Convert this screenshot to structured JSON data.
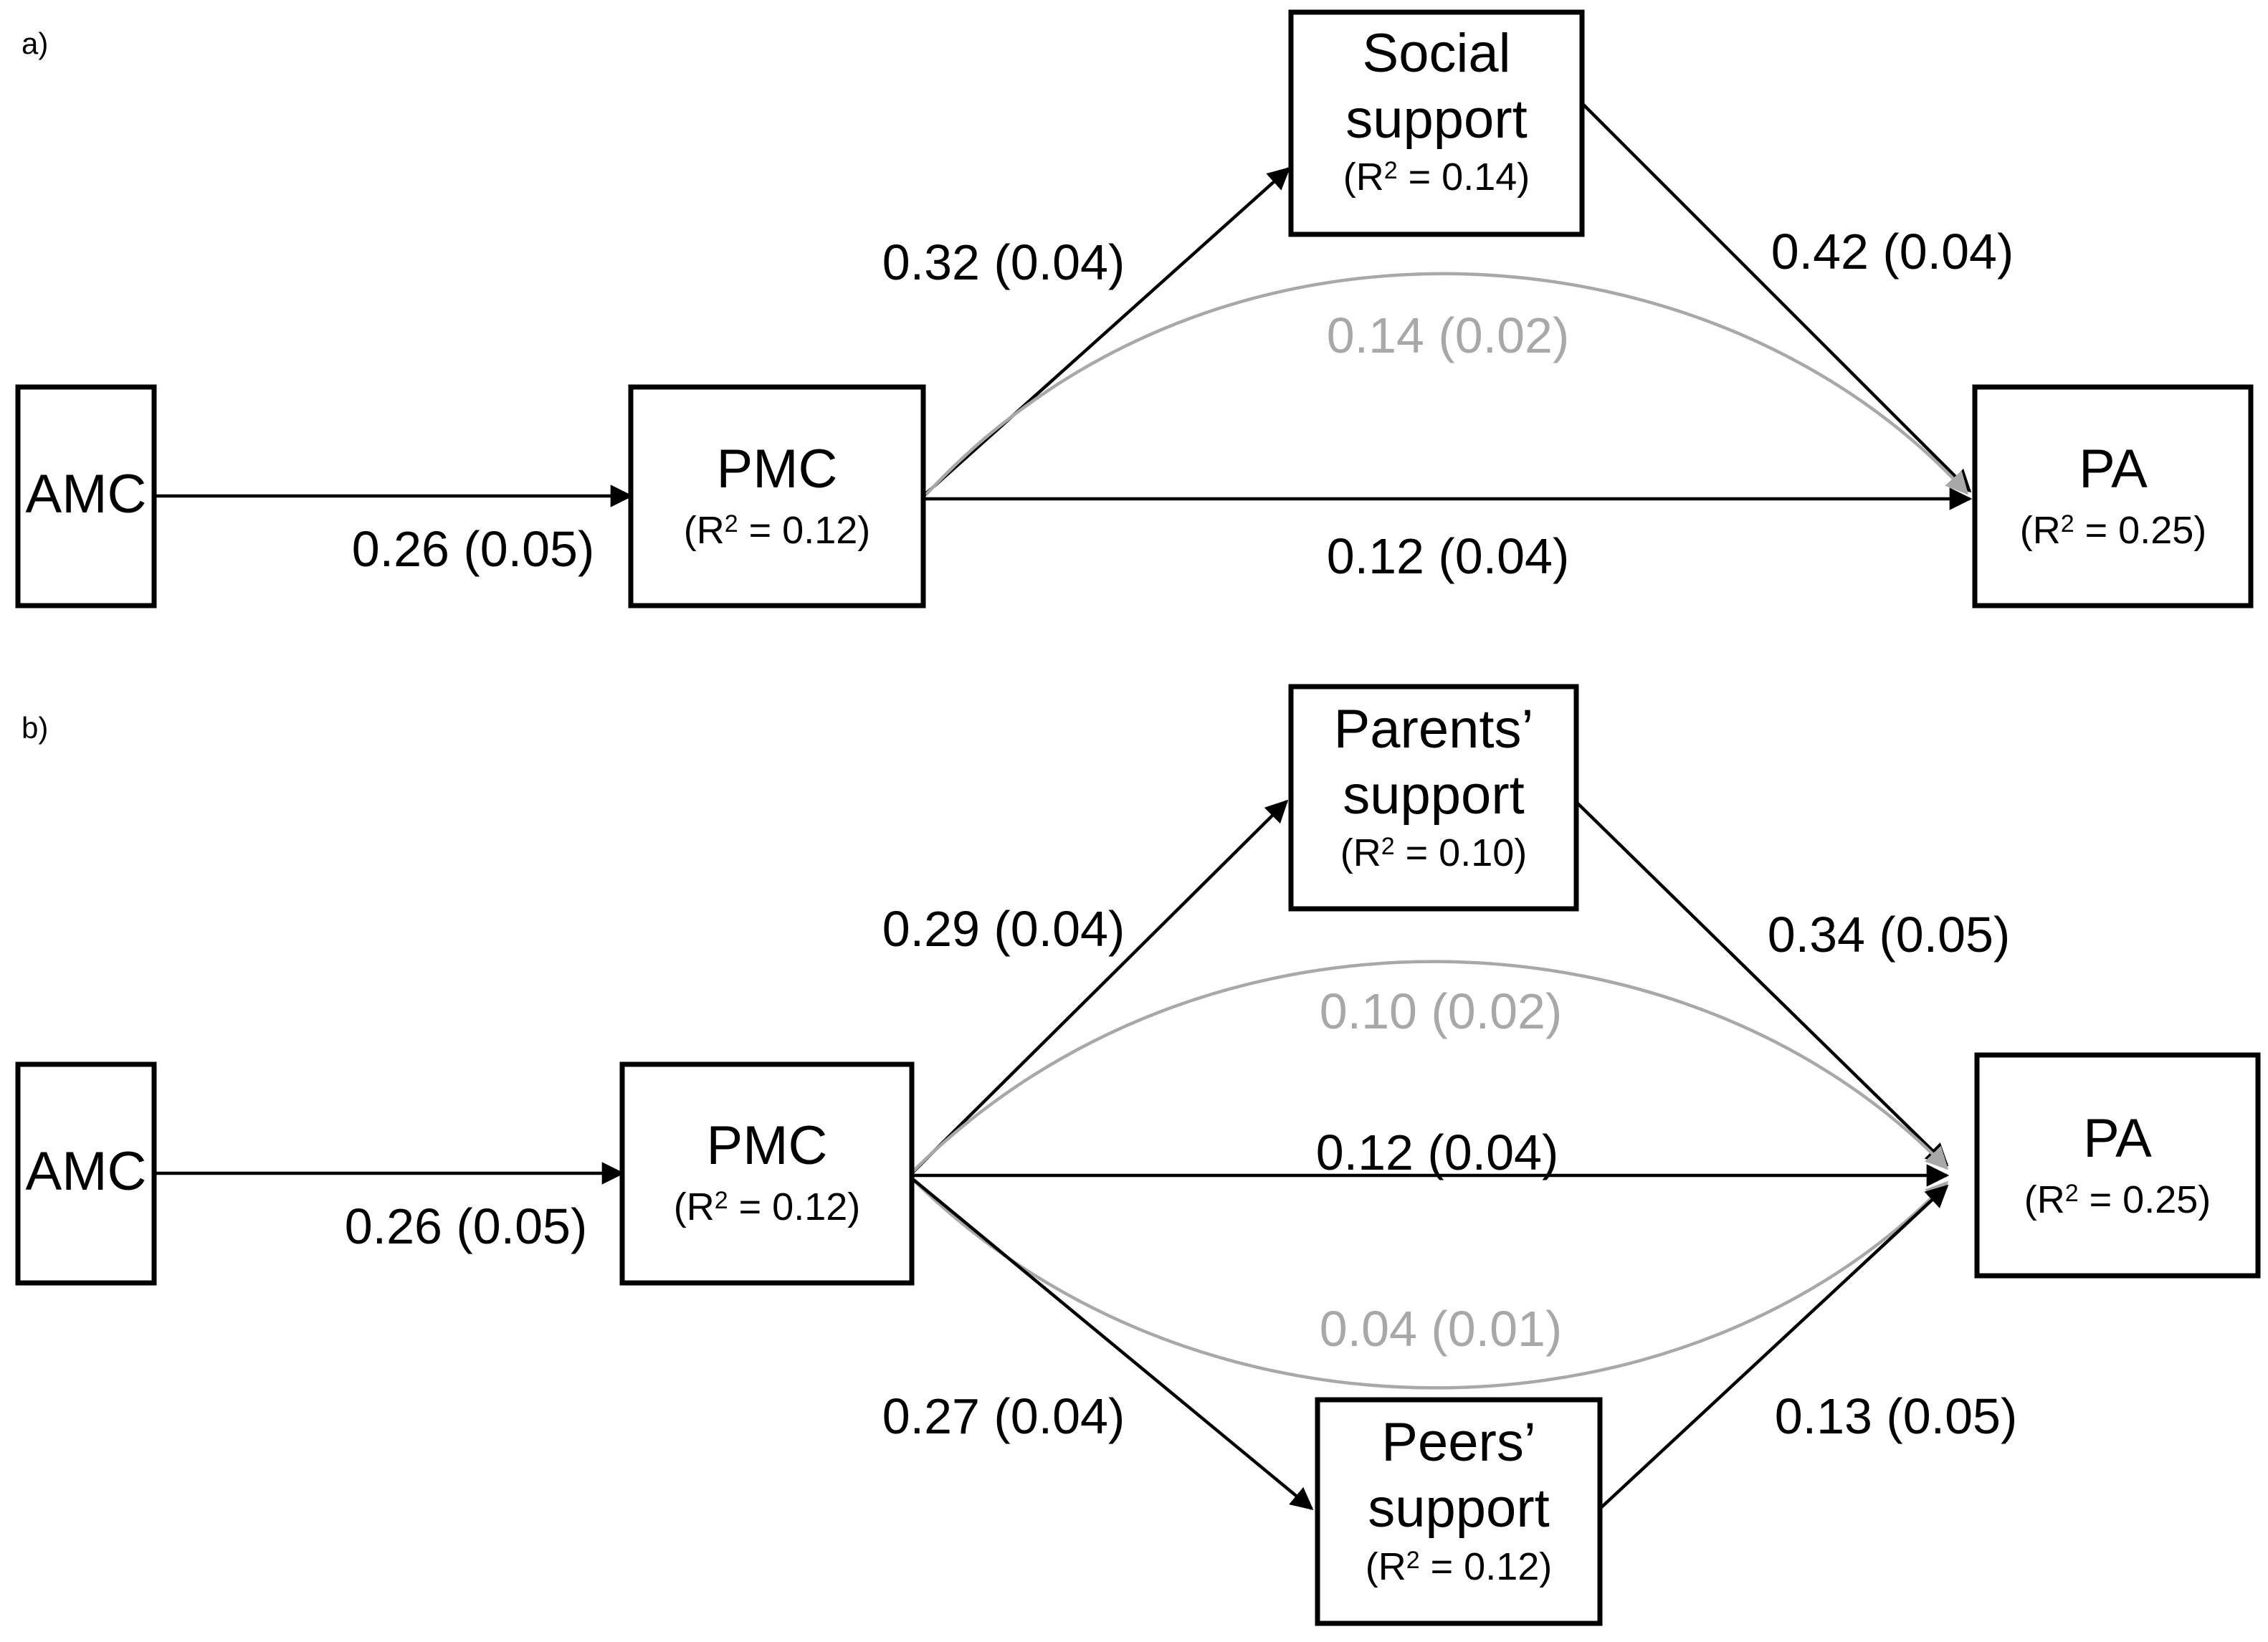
{
  "figure": {
    "title": "Path model of AMC, PMC, social support and physical activity",
    "background_color": "#ffffff",
    "black": "#000000",
    "gray": "#a8a8a8"
  },
  "panels": [
    {
      "tag": "a)",
      "nodes": [
        {
          "id": "amc_a",
          "label": "AMC",
          "r2": null,
          "r2_text": ""
        },
        {
          "id": "pmc_a",
          "label": "PMC",
          "r2": 0.12,
          "r2_text": "(R2 = 0.12)"
        },
        {
          "id": "soc_a",
          "label": "Social support",
          "label_line1": "Social",
          "label_line2": "support",
          "r2": 0.14,
          "r2_text": "(R2 = 0.14)"
        },
        {
          "id": "pa_a",
          "label": "PA",
          "r2": 0.25,
          "r2_text": "(R2 = 0.25)"
        }
      ],
      "edges": [
        {
          "from": "amc_a",
          "to": "pmc_a",
          "estimate": 0.26,
          "se": 0.05,
          "label": "0.26 (0.05)",
          "style": "black",
          "kind": "direct"
        },
        {
          "from": "pmc_a",
          "to": "soc_a",
          "estimate": 0.32,
          "se": 0.04,
          "label": "0.32 (0.04)",
          "style": "black",
          "kind": "direct"
        },
        {
          "from": "soc_a",
          "to": "pa_a",
          "estimate": 0.42,
          "se": 0.04,
          "label": "0.42 (0.04)",
          "style": "black",
          "kind": "direct"
        },
        {
          "from": "pmc_a",
          "to": "pa_a",
          "estimate": 0.14,
          "se": 0.02,
          "label": "0.14 (0.02)",
          "style": "gray",
          "kind": "indirect"
        },
        {
          "from": "pmc_a",
          "to": "pa_a",
          "estimate": 0.12,
          "se": 0.04,
          "label": "0.12 (0.04)",
          "style": "black",
          "kind": "direct"
        }
      ]
    },
    {
      "tag": "b)",
      "nodes": [
        {
          "id": "amc_b",
          "label": "AMC",
          "r2": null,
          "r2_text": ""
        },
        {
          "id": "pmc_b",
          "label": "PMC",
          "r2": 0.12,
          "r2_text": "(R2 = 0.12)"
        },
        {
          "id": "par_b",
          "label": "Parents' support",
          "label_line1": "Parents’",
          "label_line2": "support",
          "r2": 0.1,
          "r2_text": "(R2 = 0.10)"
        },
        {
          "id": "peer_b",
          "label": "Peers' support",
          "label_line1": "Peers’",
          "label_line2": "support",
          "r2": 0.12,
          "r2_text": "(R2 = 0.12)"
        },
        {
          "id": "pa_b",
          "label": "PA",
          "r2": 0.25,
          "r2_text": "(R2 = 0.25)"
        }
      ],
      "edges": [
        {
          "from": "amc_b",
          "to": "pmc_b",
          "estimate": 0.26,
          "se": 0.05,
          "label": "0.26 (0.05)",
          "style": "black",
          "kind": "direct"
        },
        {
          "from": "pmc_b",
          "to": "par_b",
          "estimate": 0.29,
          "se": 0.04,
          "label": "0.29 (0.04)",
          "style": "black",
          "kind": "direct"
        },
        {
          "from": "par_b",
          "to": "pa_b",
          "estimate": 0.34,
          "se": 0.05,
          "label": "0.34 (0.05)",
          "style": "black",
          "kind": "direct"
        },
        {
          "from": "pmc_b",
          "to": "pa_b",
          "estimate": 0.1,
          "se": 0.02,
          "label": "0.10 (0.02)",
          "style": "gray",
          "kind": "indirect"
        },
        {
          "from": "pmc_b",
          "to": "pa_b",
          "estimate": 0.12,
          "se": 0.04,
          "label": "0.12 (0.04)",
          "style": "black",
          "kind": "direct"
        },
        {
          "from": "pmc_b",
          "to": "pa_b",
          "estimate": 0.04,
          "se": 0.01,
          "label": "0.04 (0.01)",
          "style": "gray",
          "kind": "indirect"
        },
        {
          "from": "pmc_b",
          "to": "peer_b",
          "estimate": 0.27,
          "se": 0.04,
          "label": "0.27 (0.04)",
          "style": "black",
          "kind": "direct"
        },
        {
          "from": "peer_b",
          "to": "pa_b",
          "estimate": 0.13,
          "se": 0.05,
          "label": "0.13 (0.05)",
          "style": "black",
          "kind": "direct"
        }
      ]
    }
  ],
  "labels": {
    "panel_a_tag": "a)",
    "panel_b_tag": "b)",
    "amc": "AMC",
    "pmc": "PMC",
    "pa": "PA",
    "social_line1": "Social",
    "social_line2": "support",
    "parents_line1": "Parents’",
    "parents_line2": "support",
    "peers_line1": "Peers’",
    "peers_line2": "support",
    "r2_open": "(R",
    "r2_sup": "2",
    "r2_pmc_a": " = 0.12)",
    "r2_social_a": " = 0.14)",
    "r2_pa_a": " = 0.25)",
    "r2_pmc_b": " = 0.12)",
    "r2_parents_b": " = 0.10)",
    "r2_peers_b": " = 0.12)",
    "r2_pa_b": " = 0.25)",
    "e_a_amc_pmc": "0.26 (0.05)",
    "e_a_pmc_soc": "0.32 (0.04)",
    "e_a_soc_pa": "0.42 (0.04)",
    "e_a_indirect": "0.14 (0.02)",
    "e_a_direct": "0.12 (0.04)",
    "e_b_amc_pmc": "0.26 (0.05)",
    "e_b_pmc_par": "0.29 (0.04)",
    "e_b_par_pa": "0.34 (0.05)",
    "e_b_ind_par": "0.10 (0.02)",
    "e_b_direct": "0.12 (0.04)",
    "e_b_ind_peer": "0.04 (0.01)",
    "e_b_pmc_peer": "0.27 (0.04)",
    "e_b_peer_pa": "0.13 (0.05)"
  }
}
